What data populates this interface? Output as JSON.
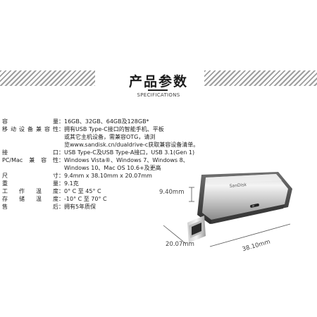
{
  "header": {
    "title": "产品参数",
    "subtitle": "SPECIFICATIONS"
  },
  "specs": [
    {
      "label": "容　　　量",
      "values": [
        "16GB、32GB、64GB及128GB*"
      ]
    },
    {
      "label": "移动设备兼容性",
      "values": [
        "拥有USB Type-C接口的智能手机、平板",
        "或其它主机设备，需兼容OTG，请浏",
        "览www.sandisk.cn/dualdrive-c获取兼容设备清单。"
      ]
    },
    {
      "label": "接　　　口",
      "values": [
        "USB Type-C及USB Type-A接口，USB 3.1(Gen 1)"
      ]
    },
    {
      "label": "PC/Mac兼容性",
      "values": [
        "Windows Vista®、Windows 7、Windows 8、",
        "Windows 10、Mac OS 10.6+及更高"
      ]
    },
    {
      "label": "尺　　　寸",
      "values": [
        "9.4mm x 38.10mm x 20.07mm"
      ]
    },
    {
      "label": "重　　　量",
      "values": [
        "9.1克"
      ]
    },
    {
      "label": "工 作 温 度",
      "values": [
        "0° C 至 45° C"
      ]
    },
    {
      "label": "存 储 温 度",
      "values": [
        "-10° C 至 70° C"
      ]
    },
    {
      "label": "售　　　后",
      "values": [
        "拥有5年质保"
      ]
    }
  ],
  "product": {
    "brand": "SanDisk",
    "dims": {
      "height": "9.40mm",
      "width": "20.07mm",
      "length": "38.10mm"
    }
  }
}
